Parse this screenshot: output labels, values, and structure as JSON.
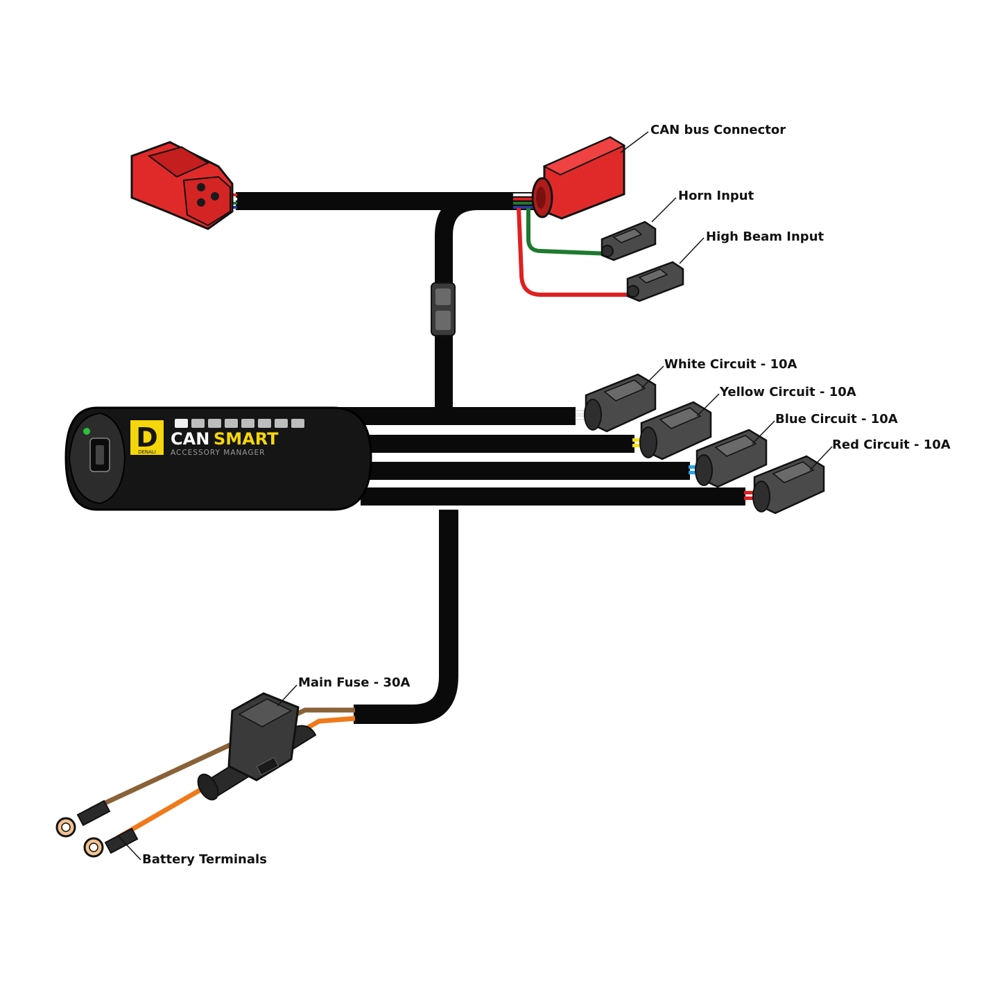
{
  "labels": {
    "can_bus_connector": "CAN bus Connector",
    "horn_input": "Horn Input",
    "high_beam_input": "High Beam Input",
    "white_circuit": "White Circuit - 10A",
    "yellow_circuit": "Yellow Circuit - 10A",
    "blue_circuit": "Blue Circuit - 10A",
    "red_circuit": "Red Circuit - 10A",
    "main_fuse": "Main Fuse - 30A",
    "battery_terminals": "Battery Terminals"
  },
  "module": {
    "logo_letter": "D",
    "logo_small": "DENALI",
    "brand_can": "CAN",
    "brand_smart": "SMART",
    "subtitle": "ACCESSORY MANAGER",
    "led_count": 8
  },
  "colors": {
    "cable": "#0a0a0a",
    "connector_red": "#e02a2a",
    "connector_grey": "#4a4a4a",
    "wire_green": "#1e7a2e",
    "wire_red": "#e02020",
    "wire_white": "#ffffff",
    "wire_yellow": "#f2e01a",
    "wire_blue": "#2aa6e6",
    "wire_brown": "#8a6238",
    "wire_orange": "#f07a1a",
    "logo_yellow": "#f5d60a",
    "status_led": "#2bbf3a"
  }
}
